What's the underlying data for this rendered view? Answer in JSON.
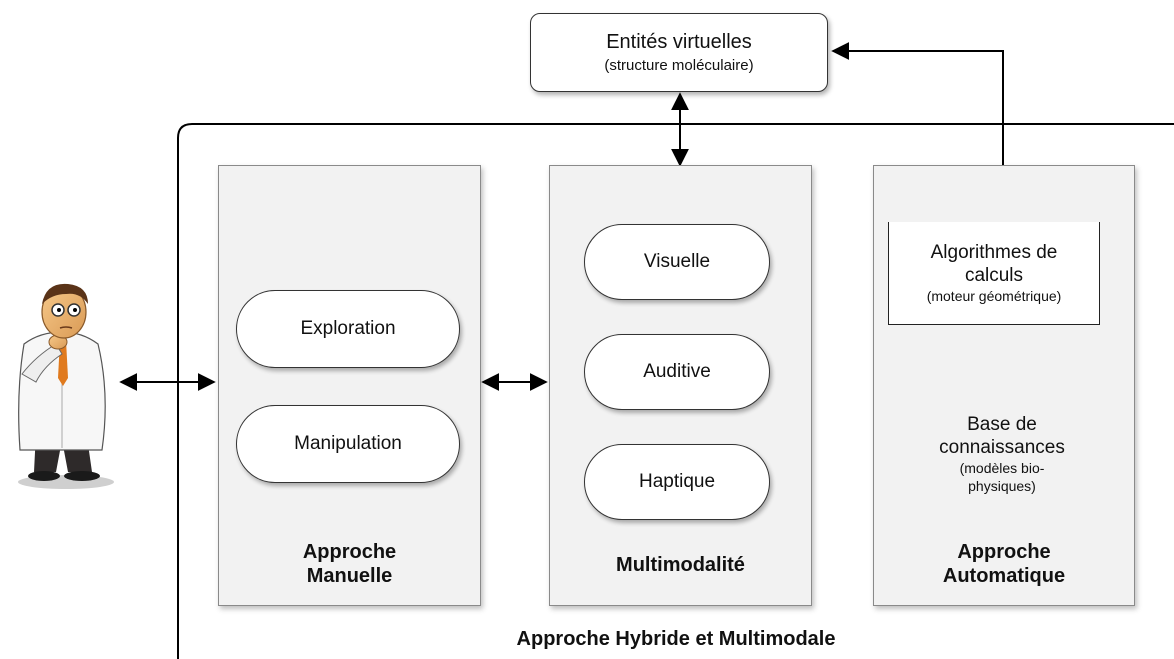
{
  "virtual_entities": {
    "title": "Entités virtuelles",
    "subtitle": "(structure moléculaire)"
  },
  "manual": {
    "items": [
      "Exploration",
      "Manipulation"
    ],
    "title_lines": [
      "Approche",
      "Manuelle"
    ]
  },
  "multimodal": {
    "items": [
      "Visuelle",
      "Auditive",
      "Haptique"
    ],
    "title": "Multimodalité"
  },
  "automatic": {
    "algorithms": {
      "lines": [
        "Algorithmes de",
        "calculs"
      ],
      "note": "(moteur géométrique)"
    },
    "knowledge_base": {
      "lines": [
        "Base de",
        "connaissances"
      ],
      "note_lines": [
        "(modèles bio-",
        "physiques)"
      ]
    },
    "title_lines": [
      "Approche",
      "Automatique"
    ]
  },
  "hybrid_label": "Approche Hybride et Multimodale",
  "colors": {
    "panel_fill": "#f2f2f2",
    "panel_border": "#8a8a8a",
    "line": "#000000"
  },
  "icons": {
    "user": "scientist-icon"
  }
}
